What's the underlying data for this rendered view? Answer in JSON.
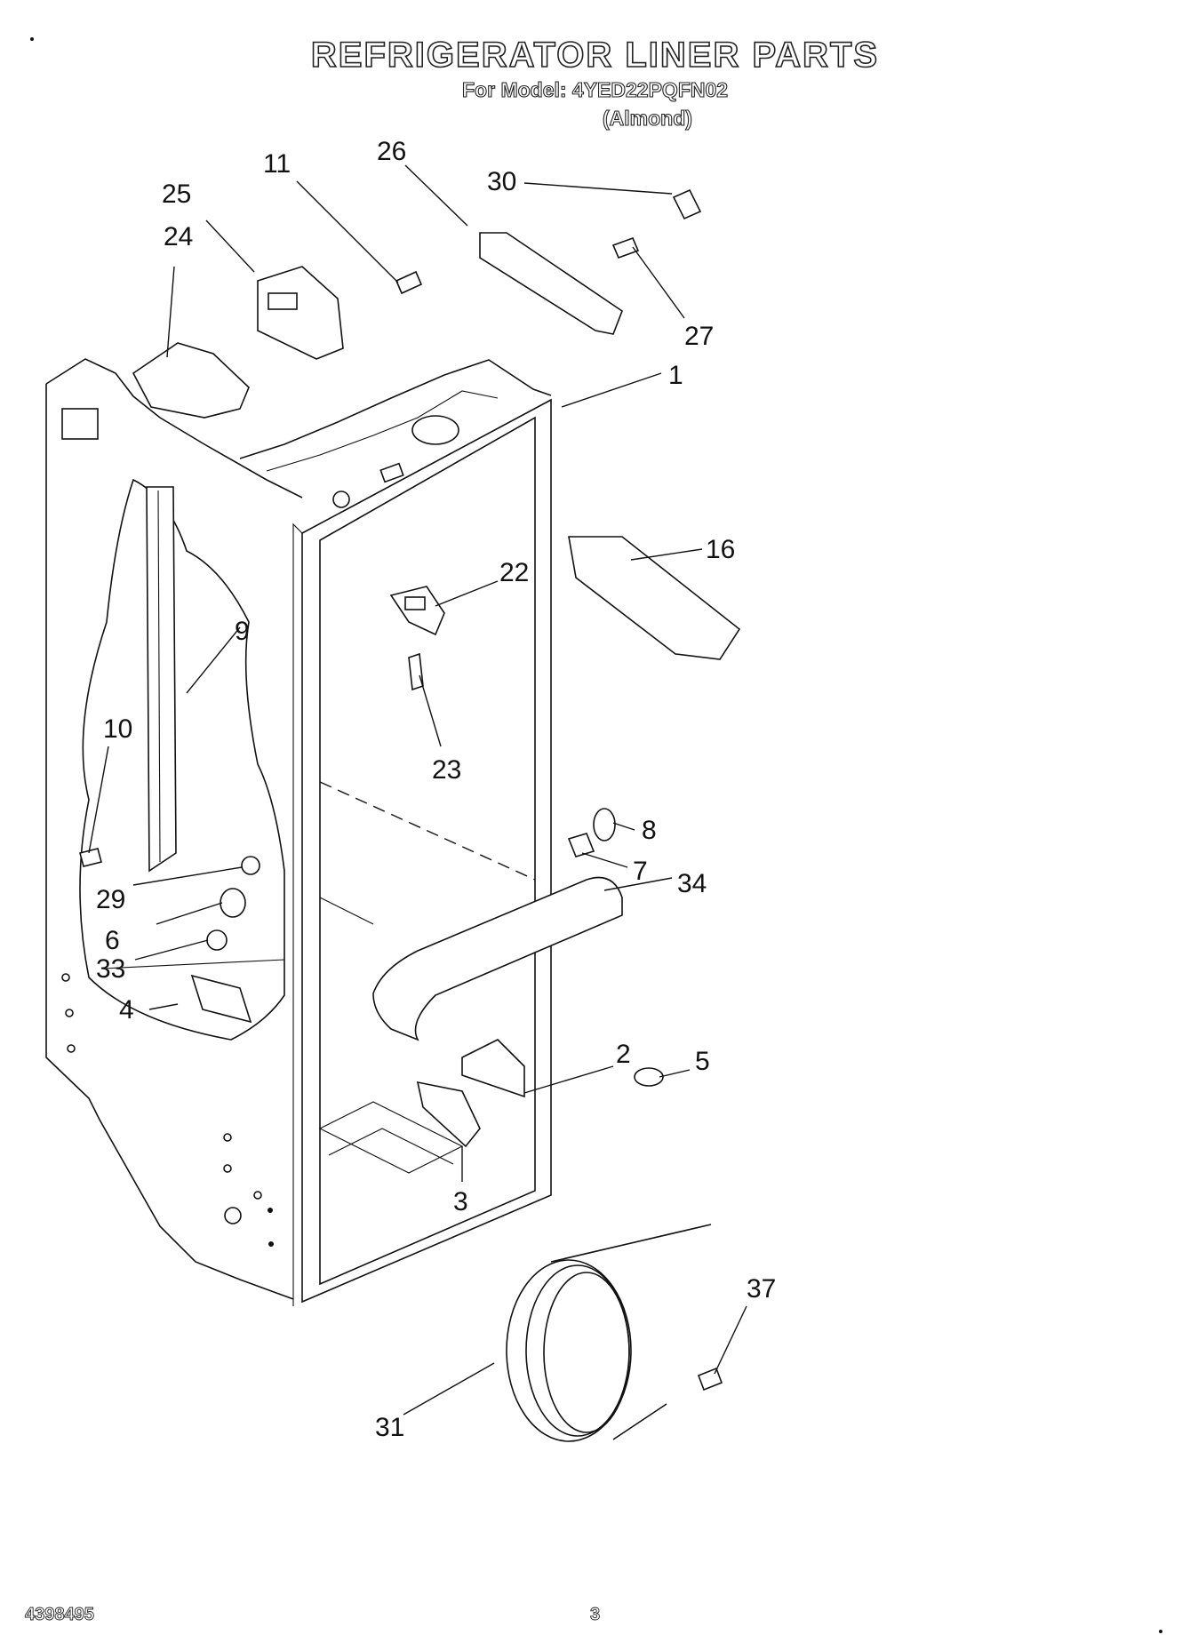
{
  "header": {
    "title": "REFRIGERATOR LINER PARTS",
    "model_line": "For Model: 4YED22PQFN02",
    "variant": "(Almond)"
  },
  "callouts": [
    {
      "id": "c1",
      "label": "1"
    },
    {
      "id": "c2",
      "label": "2"
    },
    {
      "id": "c3",
      "label": "3"
    },
    {
      "id": "c4",
      "label": "4"
    },
    {
      "id": "c5",
      "label": "5"
    },
    {
      "id": "c6",
      "label": "6"
    },
    {
      "id": "c7",
      "label": "7"
    },
    {
      "id": "c8",
      "label": "8"
    },
    {
      "id": "c9",
      "label": "9"
    },
    {
      "id": "c10",
      "label": "10"
    },
    {
      "id": "c11",
      "label": "11"
    },
    {
      "id": "c16",
      "label": "16"
    },
    {
      "id": "c22",
      "label": "22"
    },
    {
      "id": "c23",
      "label": "23"
    },
    {
      "id": "c24",
      "label": "24"
    },
    {
      "id": "c25",
      "label": "25"
    },
    {
      "id": "c26",
      "label": "26"
    },
    {
      "id": "c27",
      "label": "27"
    },
    {
      "id": "c29",
      "label": "29"
    },
    {
      "id": "c30",
      "label": "30"
    },
    {
      "id": "c31",
      "label": "31"
    },
    {
      "id": "c33",
      "label": "33"
    },
    {
      "id": "c34",
      "label": "34"
    },
    {
      "id": "c37",
      "label": "37"
    }
  ],
  "footer": {
    "doc_number": "4398495",
    "page_number": "3"
  }
}
